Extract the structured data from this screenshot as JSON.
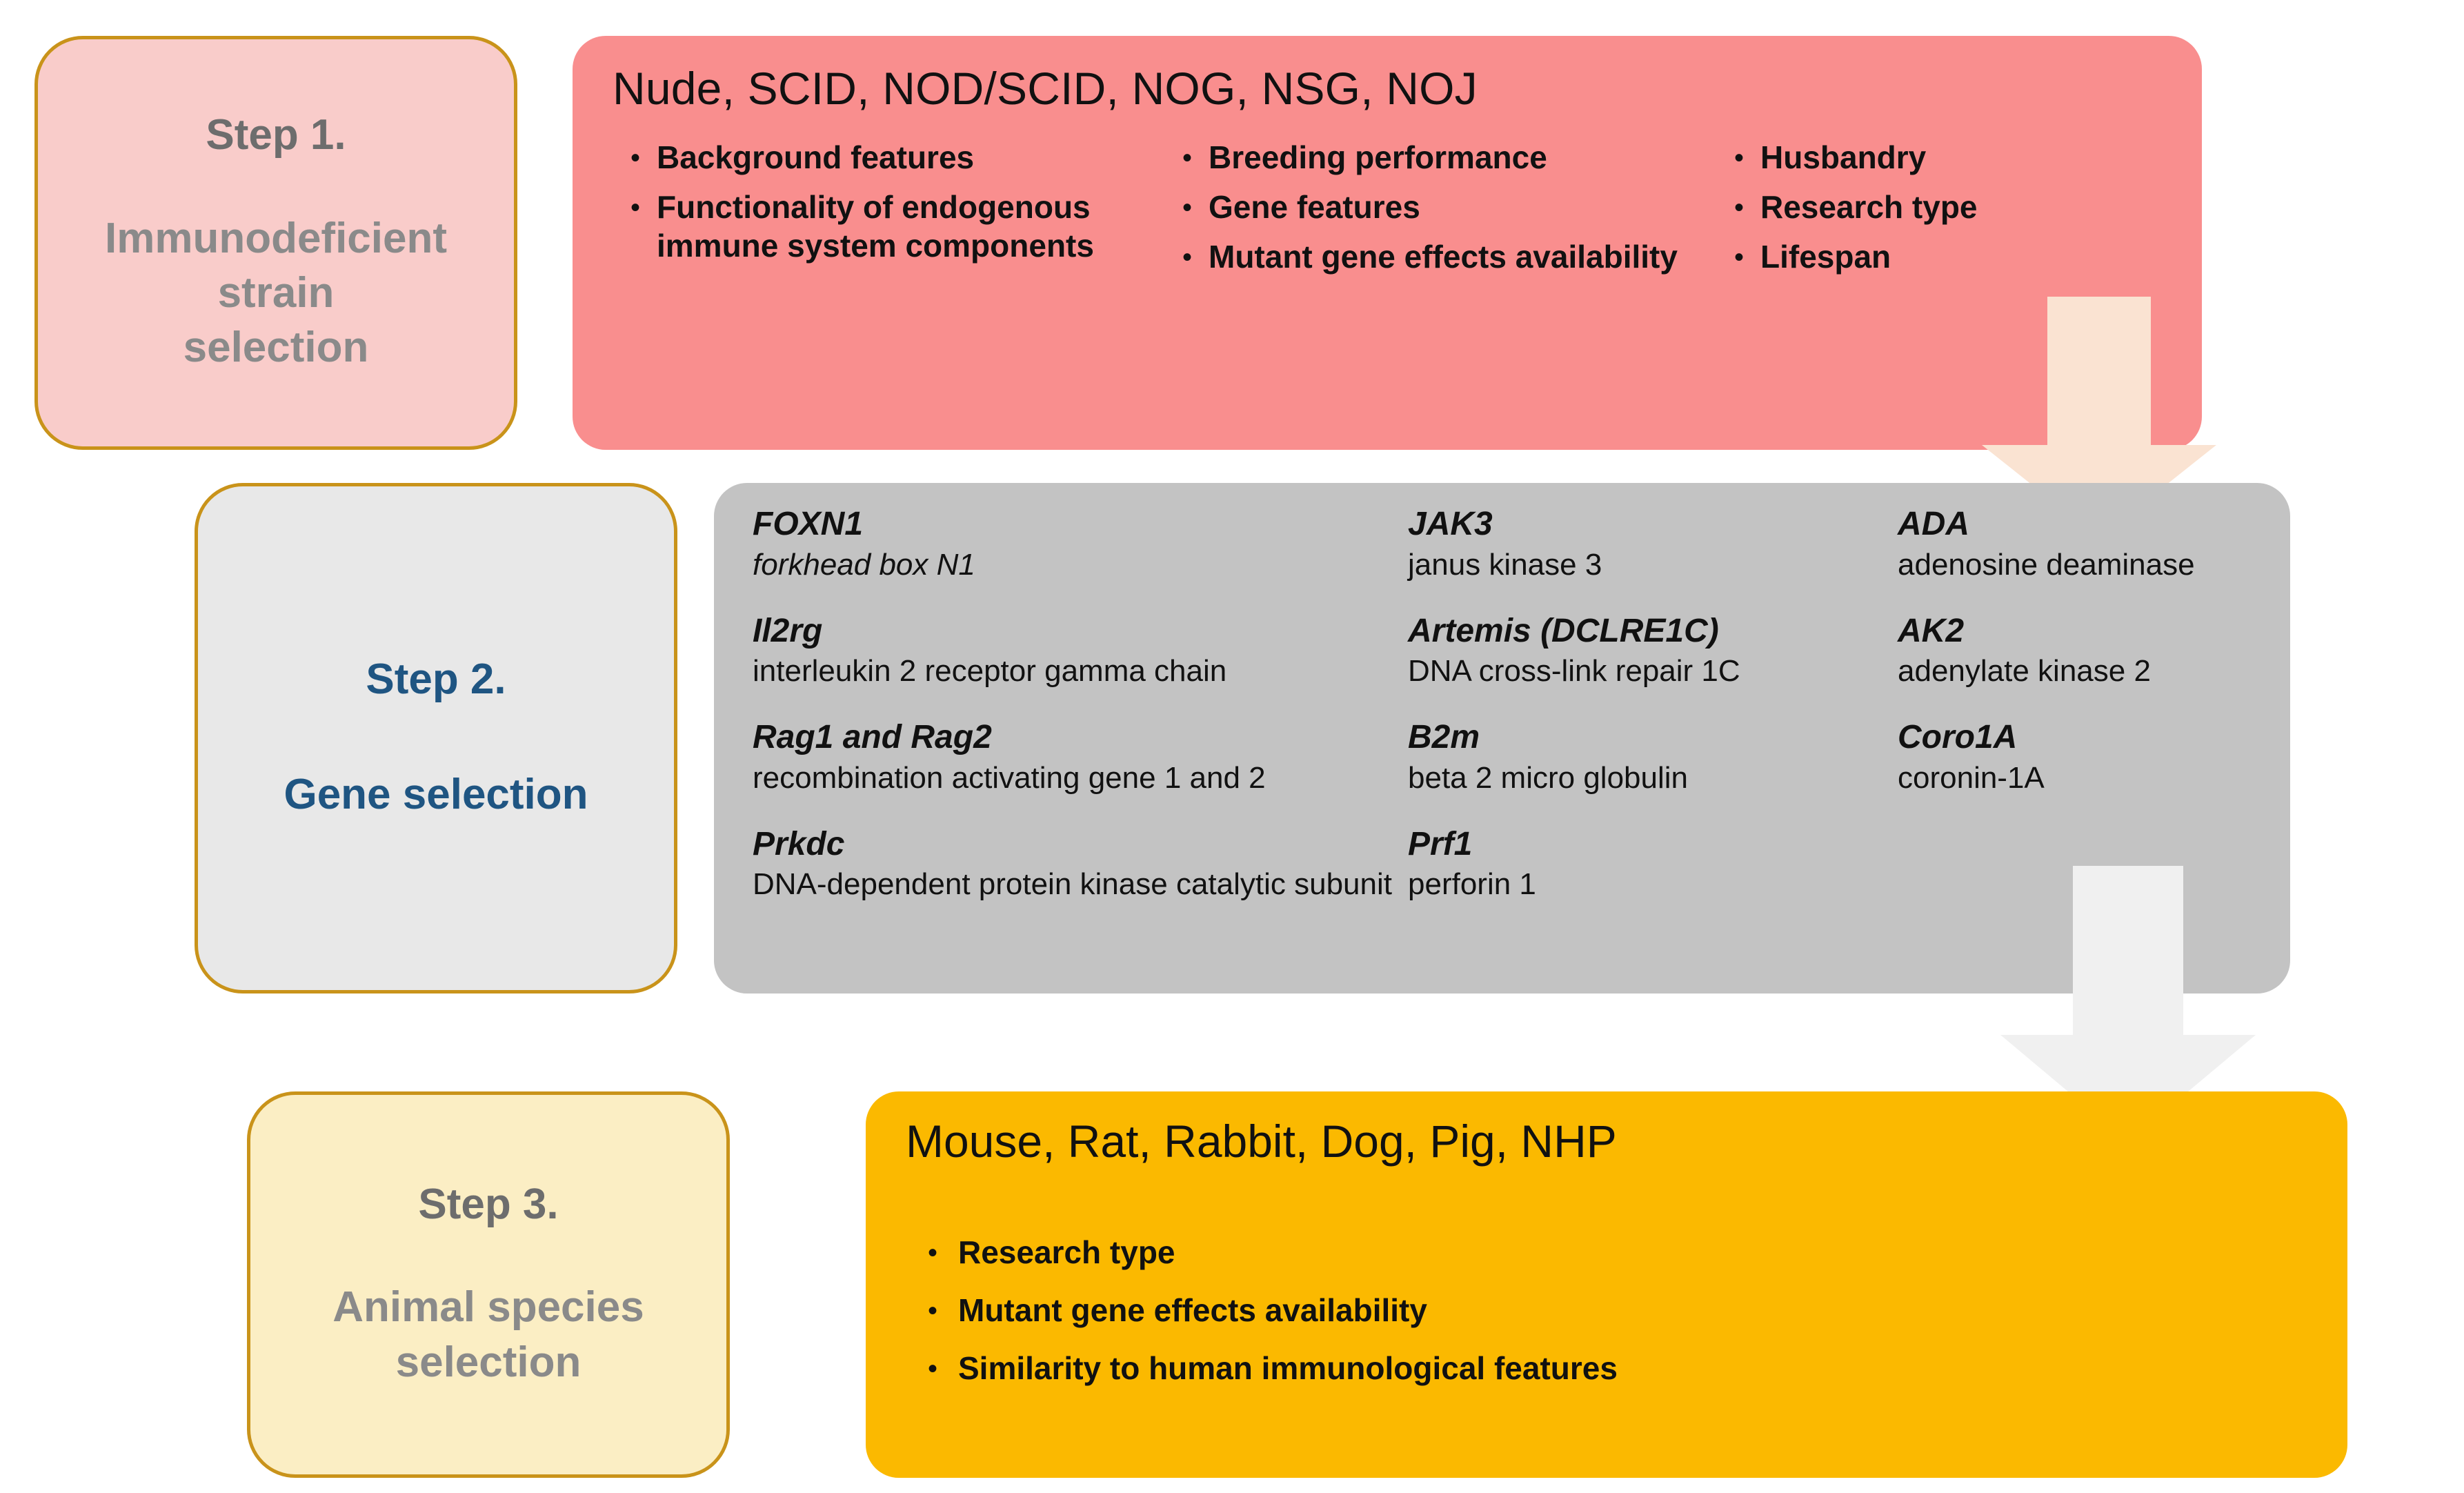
{
  "steps": [
    {
      "number": "Step 1.",
      "title": "Immunodeficient\nstrain\nselection",
      "heading": "Nude, SCID, NOD/SCID, NOG, NSG, NOJ",
      "bullet_columns": [
        [
          "Background features",
          "Functionality of endogenous immune system components"
        ],
        [
          "Breeding performance",
          "Gene features",
          "Mutant gene effects availability"
        ],
        [
          "Husbandry",
          "Research type",
          "Lifespan"
        ]
      ],
      "label_bg": "#f9ccca",
      "panel_bg": "#f98e8e",
      "label_text_color": "#8a8a8a"
    },
    {
      "number": "Step 2.",
      "title": "Gene selection",
      "label_bg": "#e8e8e8",
      "panel_bg": "#c3c3c3",
      "label_text_color": "#1f5582",
      "gene_columns": [
        [
          {
            "symbol": "FOXN1",
            "name": "forkhead box N1",
            "name_italic": true
          },
          {
            "symbol": "Il2rg",
            "name": "interleukin 2 receptor gamma chain",
            "name_italic": false
          },
          {
            "symbol": "Rag1 and Rag2",
            "name": "recombination activating gene 1 and 2",
            "name_italic": false
          },
          {
            "symbol": "Prkdc",
            "name": "DNA-dependent protein kinase catalytic subunit",
            "name_italic": false
          }
        ],
        [
          {
            "symbol": "JAK3",
            "name": "janus kinase 3",
            "name_italic": false
          },
          {
            "symbol": "Artemis (DCLRE1C)",
            "name": "DNA cross-link repair 1C",
            "name_italic": false
          },
          {
            "symbol": "B2m",
            "name": "beta 2 micro globulin",
            "name_italic": false
          },
          {
            "symbol": "Prf1",
            "name": "perforin 1",
            "name_italic": false
          }
        ],
        [
          {
            "symbol": "ADA",
            "name": "adenosine deaminase",
            "name_italic": false
          },
          {
            "symbol": "AK2",
            "name": "adenylate kinase 2",
            "name_italic": false
          },
          {
            "symbol": "Coro1A",
            "name": "coronin-1A",
            "name_italic": false
          }
        ]
      ]
    },
    {
      "number": "Step 3.",
      "title": "Animal species\nselection",
      "heading": "Mouse, Rat, Rabbit, Dog, Pig, NHP",
      "bullets": [
        "Research type",
        "Mutant gene effects availability",
        "Similarity to human immunological features"
      ],
      "label_bg": "#fbeec4",
      "panel_bg": "#fbb900",
      "label_text_color": "#8a8a8a"
    }
  ],
  "arrows": [
    {
      "name": "arrow-step1-to-step2",
      "color": "#fae3d2",
      "direction": "down"
    },
    {
      "name": "arrow-step2-to-step3",
      "color": "#f0f0f0",
      "direction": "down"
    }
  ],
  "bullet_glyph": "•",
  "colors": {
    "border_gold": "#c9931a",
    "step2_blue": "#1f5582",
    "grey_text": "#8a8a8a",
    "black_text": "#111111"
  }
}
